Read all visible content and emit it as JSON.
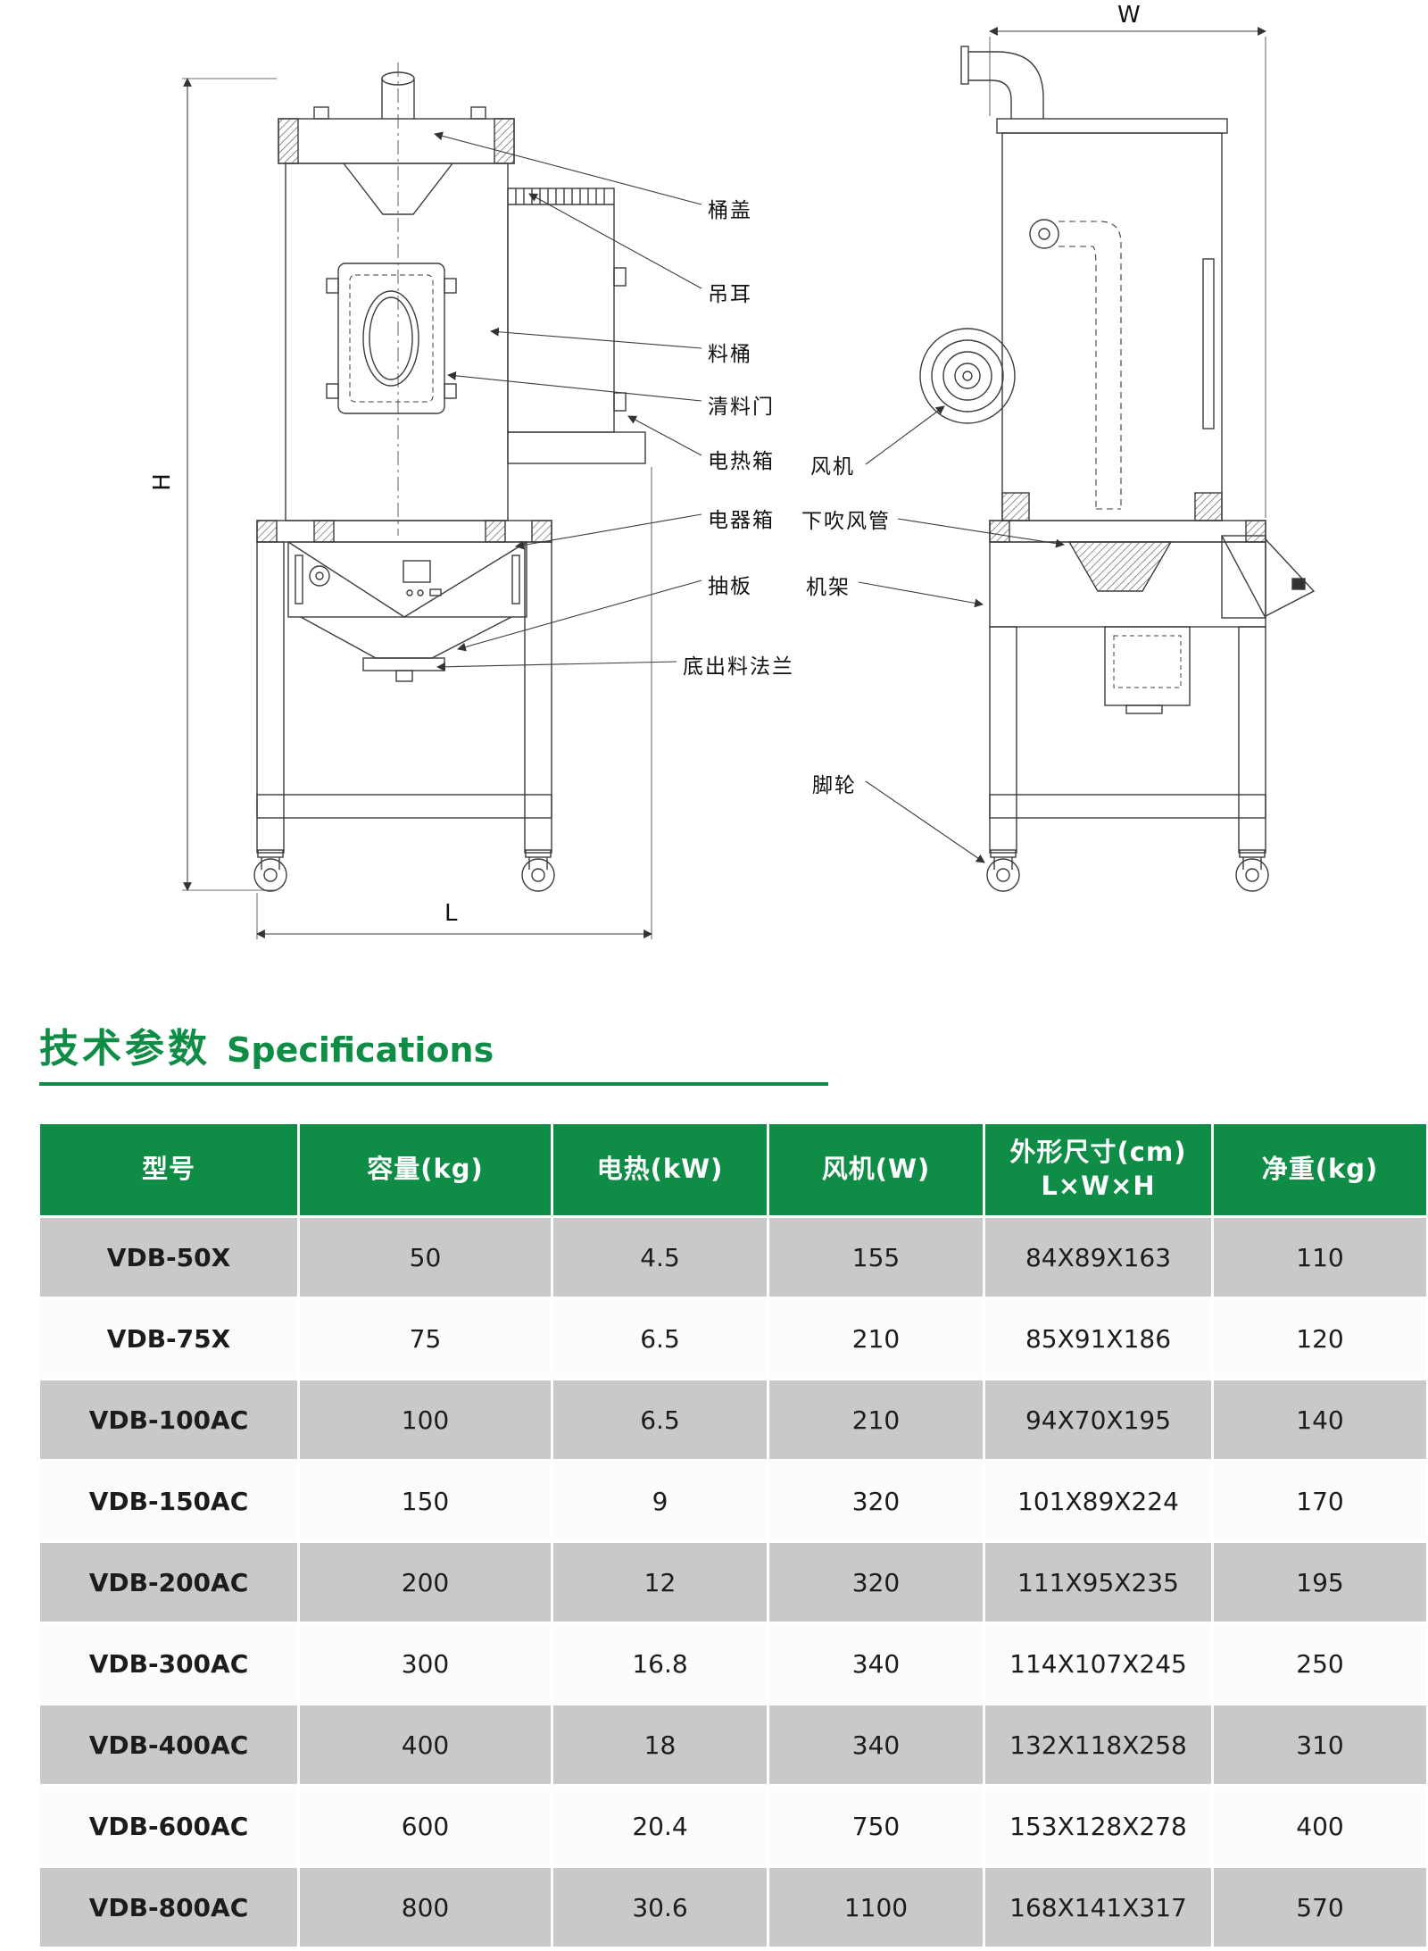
{
  "section": {
    "title_cn": "技术参数",
    "title_en": "Specifications"
  },
  "diagram": {
    "dim_h": "H",
    "dim_l": "L",
    "dim_w": "W",
    "callouts": {
      "barrel_lid": "桶盖",
      "lifting_ear": "吊耳",
      "material_barrel": "料桶",
      "clean_door": "清料门",
      "heater_box": "电热箱",
      "electric_box": "电器箱",
      "drawer_plate": "抽板",
      "bottom_flange": "底出料法兰",
      "fan": "风机",
      "downblow_pipe": "下吹风管",
      "frame": "机架",
      "caster": "脚轮"
    }
  },
  "spec_table": {
    "headers": [
      {
        "label": "型号"
      },
      {
        "label": "容量(kg)"
      },
      {
        "label": "电热(kW)"
      },
      {
        "label": "风机(W)"
      },
      {
        "label": "外形尺寸(cm)",
        "sublabel": "L×W×H"
      },
      {
        "label": "净重(kg)"
      }
    ],
    "rows": [
      {
        "model": "VDB-50X",
        "capacity": "50",
        "heat": "4.5",
        "fan": "155",
        "dims": "84X89X163",
        "weight": "110"
      },
      {
        "model": "VDB-75X",
        "capacity": "75",
        "heat": "6.5",
        "fan": "210",
        "dims": "85X91X186",
        "weight": "120"
      },
      {
        "model": "VDB-100AC",
        "capacity": "100",
        "heat": "6.5",
        "fan": "210",
        "dims": "94X70X195",
        "weight": "140"
      },
      {
        "model": "VDB-150AC",
        "capacity": "150",
        "heat": "9",
        "fan": "320",
        "dims": "101X89X224",
        "weight": "170"
      },
      {
        "model": "VDB-200AC",
        "capacity": "200",
        "heat": "12",
        "fan": "320",
        "dims": "111X95X235",
        "weight": "195"
      },
      {
        "model": "VDB-300AC",
        "capacity": "300",
        "heat": "16.8",
        "fan": "340",
        "dims": "114X107X245",
        "weight": "250"
      },
      {
        "model": "VDB-400AC",
        "capacity": "400",
        "heat": "18",
        "fan": "340",
        "dims": "132X118X258",
        "weight": "310"
      },
      {
        "model": "VDB-600AC",
        "capacity": "600",
        "heat": "20.4",
        "fan": "750",
        "dims": "153X128X278",
        "weight": "400"
      },
      {
        "model": "VDB-800AC",
        "capacity": "800",
        "heat": "30.6",
        "fan": "1100",
        "dims": "168X141X317",
        "weight": "570"
      }
    ]
  }
}
